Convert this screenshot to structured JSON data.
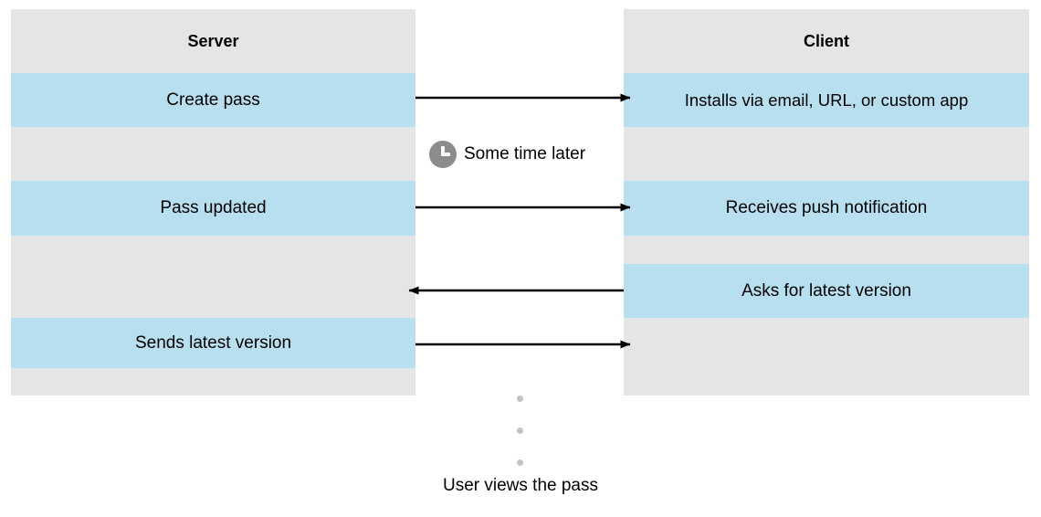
{
  "diagram": {
    "type": "sequence-diagram",
    "title": "Pass update sequence between Server and Client",
    "colors": {
      "lane_gray": "#e4e5e5",
      "lane_blue": "#b8dff0",
      "arrow": "#000000",
      "clock_icon": "#8c8c8c",
      "dot": "#c4c4c4",
      "background": "#ffffff"
    },
    "columns": [
      {
        "id": "server",
        "header": "Server"
      },
      {
        "id": "client",
        "header": "Client"
      }
    ],
    "server_rows": [
      {
        "label": "Server",
        "fill": "gray",
        "header": true
      },
      {
        "label": "Create pass",
        "fill": "blue"
      },
      {
        "label": "",
        "fill": "gray"
      },
      {
        "label": "Pass updated",
        "fill": "blue"
      },
      {
        "label": "",
        "fill": "gray"
      },
      {
        "label": "",
        "fill": "gray"
      },
      {
        "label": "Sends latest version",
        "fill": "blue"
      },
      {
        "label": "",
        "fill": "gray"
      }
    ],
    "client_rows": [
      {
        "label": "Client",
        "fill": "gray",
        "header": true
      },
      {
        "label": "Installs via email, URL, or custom app",
        "fill": "blue"
      },
      {
        "label": "",
        "fill": "gray"
      },
      {
        "label": "Receives push notification",
        "fill": "blue"
      },
      {
        "label": "",
        "fill": "gray"
      },
      {
        "label": "Asks for latest version",
        "fill": "blue"
      },
      {
        "label": "",
        "fill": "gray"
      },
      {
        "label": "",
        "fill": "gray"
      }
    ],
    "messages": [
      {
        "id": "create-pass",
        "from": "server",
        "to": "client",
        "direction": "right",
        "source_label": "Create pass",
        "target_label": "Installs via email, URL, or custom app"
      },
      {
        "id": "pass-updated",
        "from": "server",
        "to": "client",
        "direction": "right",
        "source_label": "Pass updated",
        "target_label": "Receives push notification"
      },
      {
        "id": "asks-latest",
        "from": "client",
        "to": "server",
        "direction": "left",
        "source_label": "Asks for latest version",
        "target_label": ""
      },
      {
        "id": "sends-latest",
        "from": "server",
        "to": "client",
        "direction": "right",
        "source_label": "Sends latest version",
        "target_label": ""
      }
    ],
    "time_note": {
      "icon": "clock-icon",
      "label": "Some time later"
    },
    "continuation": {
      "dots": 3,
      "caption": "User views the pass"
    }
  }
}
